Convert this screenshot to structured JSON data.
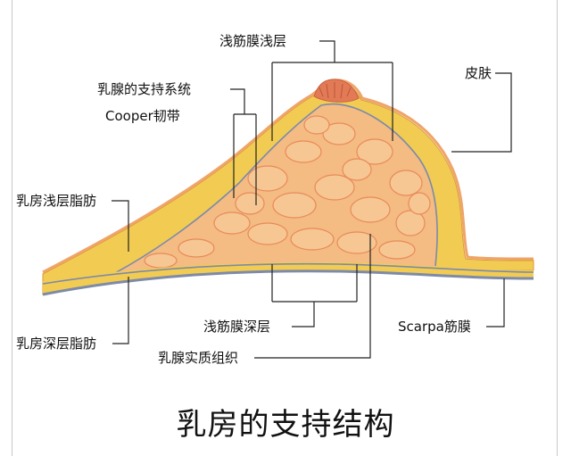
{
  "title": "乳房的支持结构",
  "labels": {
    "superficial_fascia_superficial_layer": "浅筋膜浅层",
    "skin": "皮肤",
    "suspensory_system": "乳腺的支持系统",
    "cooper_ligament": "Cooper韧带",
    "superficial_fat": "乳房浅层脂肪",
    "superficial_fascia_deep_layer": "浅筋膜深层",
    "scarpa_fascia": "Scarpa筋膜",
    "deep_fat": "乳房深层脂肪",
    "parenchyma": "乳腺实质组织"
  },
  "colors": {
    "fat": "#f2cc52",
    "fat_edge": "#d99a3a",
    "skin": "#f0a468",
    "gland": "#f4bb82",
    "gland_lobule": "#f7c793",
    "gland_septa": "#e88a5a",
    "fascia": "#7d8aa8",
    "nipple": "#e27a55",
    "leader": "#222222"
  }
}
